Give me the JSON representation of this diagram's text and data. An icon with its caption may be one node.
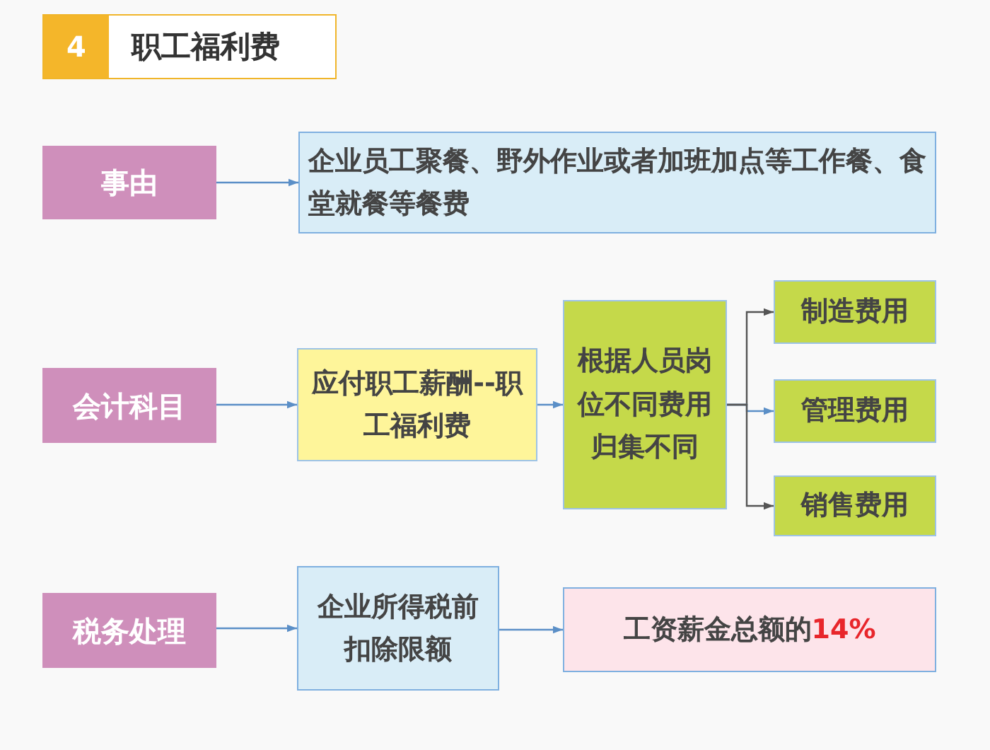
{
  "diagram": {
    "title": "职工福利费",
    "nodes": [
      {
        "text": [
          "事由"
        ]
      },
      {
        "text": [
          "企业员工聚餐、野外作业或者加班加点等工作餐、食堂就餐等餐费"
        ]
      },
      {
        "text": [
          "会计科目"
        ]
      },
      {
        "text": [
          "应付职工薪酬--职工福利费"
        ]
      },
      {
        "text": [
          "根据人员岗位不同费用归集不同"
        ]
      },
      {
        "text": [
          "制造费用"
        ]
      },
      {
        "text": [
          "管理费用"
        ]
      },
      {
        "text": [
          "销售费用"
        ]
      },
      {
        "text": [
          "税务处理"
        ]
      },
      {
        "text": [
          "企业所得税前扣除限额"
        ]
      },
      {
        "text": [
          "工资薪金总额的",
          "14%"
        ]
      }
    ],
    "edges": [
      {
        "from": 0,
        "to": 1,
        "arrow": "to"
      },
      {
        "from": 2,
        "to": 3,
        "arrow": "to"
      },
      {
        "from": 3,
        "to": 4,
        "arrow": "to"
      },
      {
        "from": 4,
        "to": 5,
        "arrow": "to",
        "color": "#555555"
      },
      {
        "from": 4,
        "to": 6,
        "arrow": "to"
      },
      {
        "from": 4,
        "to": 7,
        "arrow": "to",
        "color": "#555555"
      },
      {
        "from": 8,
        "to": 9,
        "arrow": "to"
      },
      {
        "from": 9,
        "to": 10,
        "arrow": "to"
      }
    ],
    "labels": [
      "4"
    ]
  }
}
